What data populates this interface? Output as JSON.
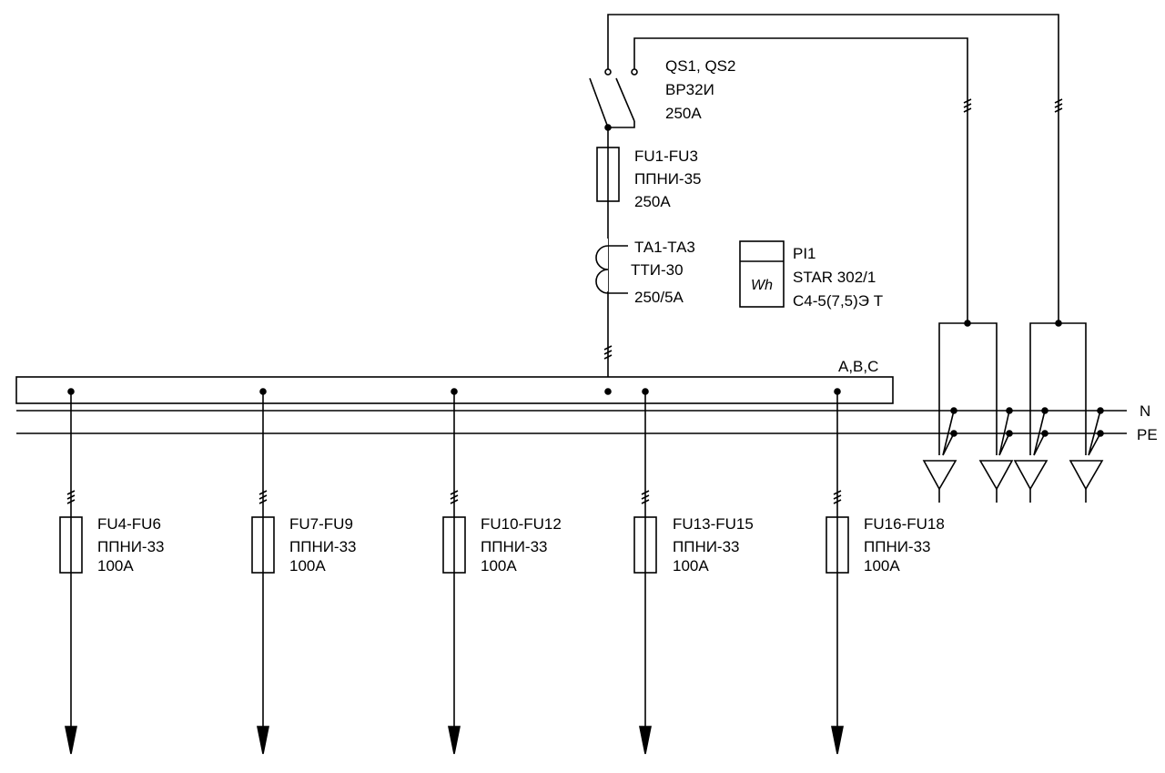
{
  "colors": {
    "stroke": "#000000",
    "background": "#ffffff"
  },
  "switch": {
    "lines": [
      "QS1, QS2",
      "ВР32И",
      "250А"
    ]
  },
  "main_fuse": {
    "lines": [
      "FU1-FU3",
      "ППНИ-35",
      "250А"
    ]
  },
  "current_transformer": {
    "lines": [
      "ТА1-ТА3",
      "ТТИ-30",
      "250/5А"
    ]
  },
  "meter": {
    "symbol": "Wh",
    "lines": [
      "PI1",
      "STAR 302/1",
      "С4-5(7,5)Э Т"
    ]
  },
  "busbar": {
    "label": "A,B,C"
  },
  "neutral_bus": {
    "label": "N"
  },
  "pe_bus": {
    "label": "PE"
  },
  "feeders": [
    {
      "lines": [
        "FU4-FU6",
        "ППНИ-33",
        "100А"
      ]
    },
    {
      "lines": [
        "FU7-FU9",
        "ППНИ-33",
        "100А"
      ]
    },
    {
      "lines": [
        "FU10-FU12",
        "ППНИ-33",
        "100А"
      ]
    },
    {
      "lines": [
        "FU13-FU15",
        "ППНИ-33",
        "100А"
      ]
    },
    {
      "lines": [
        "FU16-FU18",
        "ППНИ-33",
        "100А"
      ]
    }
  ]
}
